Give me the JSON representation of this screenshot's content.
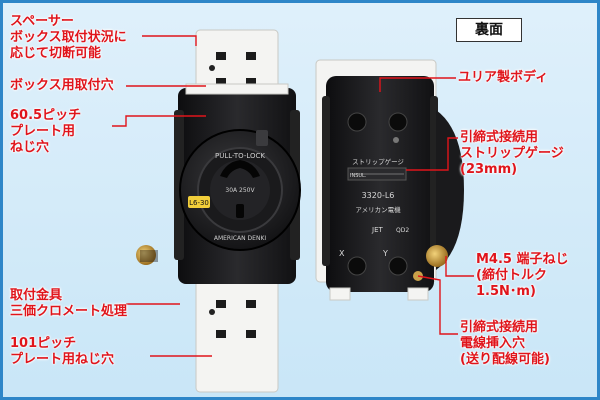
{
  "badge_back": "裏面",
  "labels": {
    "spacer": [
      "スペーサー",
      "ボックス取付状況に",
      "応じて切断可能"
    ],
    "box_hole": [
      "ボックス用取付穴"
    ],
    "pitch605": [
      "60.5ピッチ",
      "プレート用",
      "ねじ穴"
    ],
    "bracket": [
      "取付金具",
      "三価クロメート処理"
    ],
    "pitch101": [
      "101ピッチ",
      "プレート用ねじ穴"
    ],
    "urea": [
      "ユリア製ボディ"
    ],
    "strip_gauge": [
      "引締式接続用",
      "ストリップゲージ",
      "(23mm)"
    ],
    "screw": [
      "M4.5 端子ねじ",
      "(締付トルク",
      "1.5N･m)"
    ],
    "wire_hole": [
      "引締式接続用",
      "電線挿入穴",
      "(送り配線可能)"
    ]
  },
  "product": {
    "front_top": "PULL-TO-LOCK",
    "front_rating": "30A 250V",
    "front_badge": "L6-30",
    "front_bottom": "AMERICAN DENKI",
    "back_strip": "ストリップゲージ",
    "back_strip_sub": "INSUL.",
    "back_model": "3320-L6",
    "back_brand": "アメリカン電機",
    "back_jet": "JET",
    "back_code": "QD2",
    "terminal_x": "X",
    "terminal_y": "Y"
  },
  "colors": {
    "accent": "#e0141b",
    "frame": "#2e86c8",
    "body": "#1c1c1e",
    "plate": "#f4f4f2"
  }
}
